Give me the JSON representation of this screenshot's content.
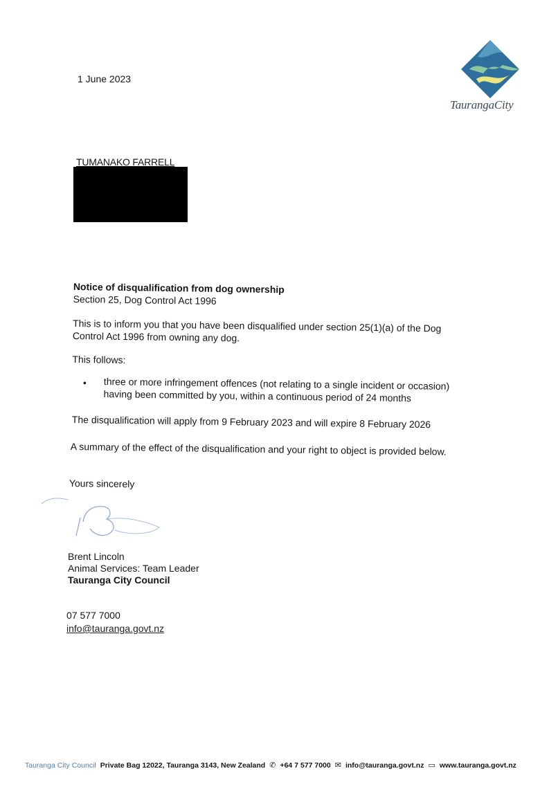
{
  "letter": {
    "date": "1 June 2023",
    "logo_text": "TaurangaCity",
    "recipient_name": "TUMANAKO FARRELL",
    "title": "Notice of disqualification from dog ownership",
    "subtitle": "Section 25, Dog Control Act 1996",
    "para1": "This is to inform you that you have been disqualified under section 25(1)(a) of the Dog Control Act 1996 from owning any dog.",
    "para2": "This follows:",
    "bullet": "three or more infringement offences (not relating to a single incident or occasion) having been committed by you, within a continuous period of 24 months",
    "para3": "The disqualification will apply from 9 February 2023 and will expire 8 February 2026",
    "para4": "A summary of the effect of the disqualification and your right to object is provided below.",
    "closing": "Yours sincerely",
    "signer_name": "Brent Lincoln",
    "signer_role": "Animal Services: Team Leader",
    "signer_org": "Tauranga City Council",
    "phone": "07 577 7000",
    "email": "info@tauranga.govt.nz"
  },
  "footer": {
    "org": "Tauranga City Council",
    "address": "Private Bag 12022, Tauranga 3143, New Zealand",
    "phone": "+64 7 577 7000",
    "email": "info@tauranga.govt.nz",
    "web": "www.tauranga.govt.nz"
  },
  "colors": {
    "logo_blue": "#2f6f9e",
    "logo_green": "#8fc8a0",
    "logo_yellow": "#e9e680",
    "footer_org": "#4f7fb5"
  }
}
